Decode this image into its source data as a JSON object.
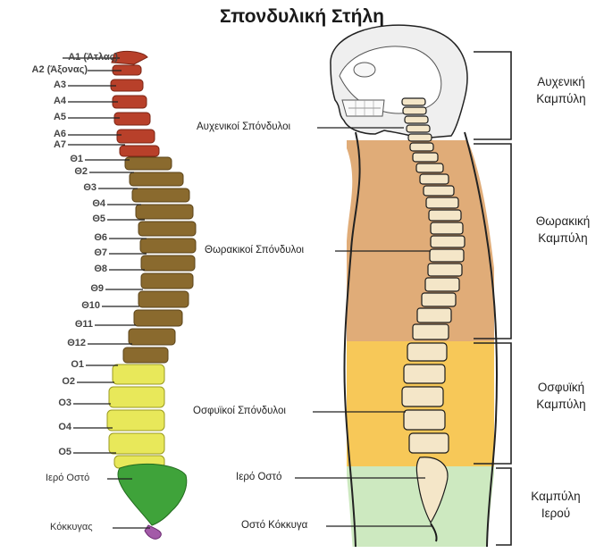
{
  "title": "Σπονδυλική Στήλη",
  "left_labels": {
    "a1": "Α1 (Άτλας)",
    "a2": "Α2 (Άξονας)",
    "a3": "Α3",
    "a4": "Α4",
    "a5": "Α5",
    "a6": "Α6",
    "a7": "Α7",
    "t1": "Θ1",
    "t2": "Θ2",
    "t3": "Θ3",
    "t4": "Θ4",
    "t5": "Θ5",
    "t6": "Θ6",
    "t7": "Θ7",
    "t8": "Θ8",
    "t9": "Θ9",
    "t10": "Θ10",
    "t11": "Θ11",
    "t12": "Θ12",
    "l1": "Ο1",
    "l2": "Ο2",
    "l3": "Ο3",
    "l4": "Ο4",
    "l5": "Ο5",
    "sacrum": "Ιερό Οστό",
    "coccyx": "Κόκκυγας"
  },
  "mid_labels": {
    "cervical": "Αυχενικοί Σπόνδυλοι",
    "thoracic": "Θωρακικοί Σπόνδυλοι",
    "lumbar": "Οσφυϊκοί Σπόνδυλοι",
    "sacrum": "Ιερό Οστό",
    "coccyx": "Οστό Κόκκυγα"
  },
  "regions": {
    "cervical_1": "Αυχενική",
    "cervical_2": "Καμπύλη",
    "thoracic_1": "Θωρακική",
    "thoracic_2": "Καμπύλη",
    "lumbar_1": "Οσφυϊκή",
    "lumbar_2": "Καμπύλη",
    "sacral_1": "Καμπύλη",
    "sacral_2": "Ιερού"
  },
  "colors": {
    "cervical": "#b8402a",
    "thoracic": "#8a6a2e",
    "lumbar": "#e8e85a",
    "sacrum": "#3fa33a",
    "band_thoracic": "#e0ac78",
    "band_lumbar": "#f7c858",
    "band_sacral": "#cde9c0"
  }
}
